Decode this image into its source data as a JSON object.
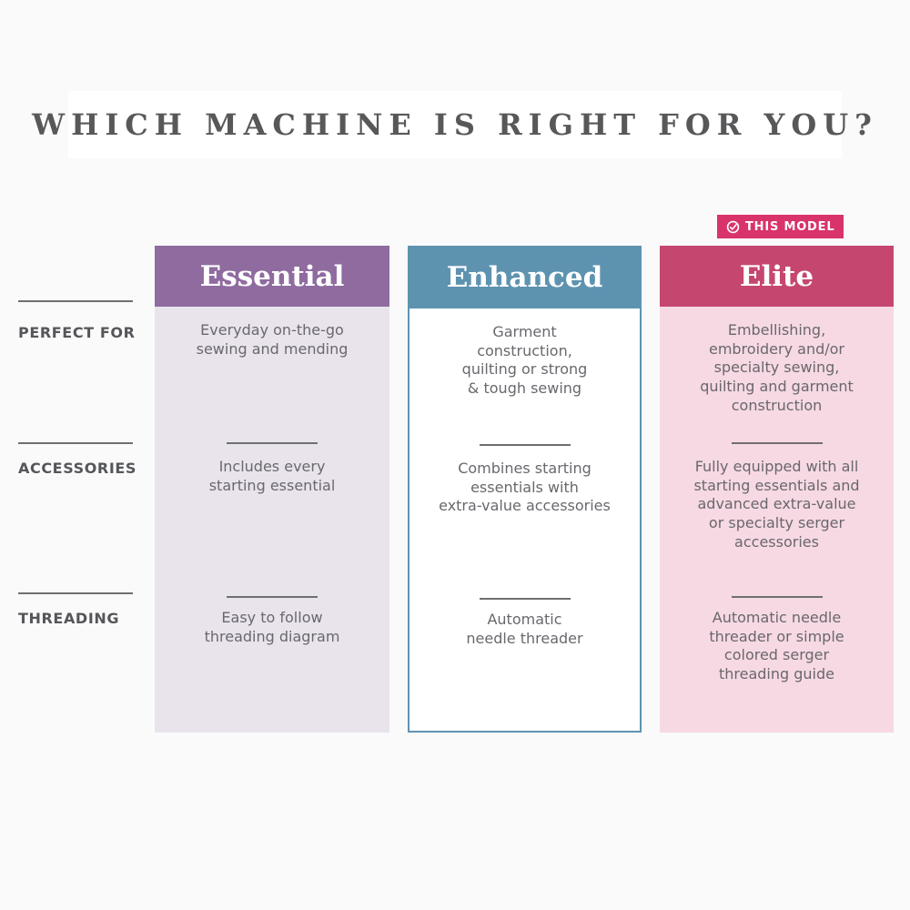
{
  "title": "WHICH MACHINE IS RIGHT FOR YOU?",
  "badge": {
    "label": "THIS MODEL",
    "icon": "check-circle-icon"
  },
  "row_labels": [
    "PERFECT FOR",
    "ACCESSORIES",
    "THREADING"
  ],
  "columns": [
    {
      "name": "Essential",
      "cells": [
        "Everyday on-the-go\nsewing and mending",
        "Includes every\nstarting essential",
        "Easy to follow\nthreading diagram"
      ]
    },
    {
      "name": "Enhanced",
      "cells": [
        "Garment\nconstruction,\nquilting or strong\n& tough sewing",
        "Combines starting\nessentials with\nextra-value accessories",
        "Automatic\nneedle threader"
      ]
    },
    {
      "name": "Elite",
      "cells": [
        "Embellishing,\nembroidery and/or\nspecialty sewing,\nquilting and garment\nconstruction",
        "Fully equipped with all\nstarting essentials and\nadvanced extra-value\nor specialty serger\naccessories",
        "Automatic needle\nthreader or simple\ncolored serger\nthreading guide"
      ]
    }
  ],
  "colors": {
    "essential_header": "#8f6ba0",
    "essential_body": "#e9e4ec",
    "enhanced": "#5e93b0",
    "enhanced_body": "#ffffff",
    "elite_header": "#c5476f",
    "elite_body": "#f6d9e3",
    "badge": "#d8336b",
    "title_text": "#58585a",
    "label_text": "#55565a",
    "body_text": "#6a676d",
    "rule": "#6f6f73"
  }
}
